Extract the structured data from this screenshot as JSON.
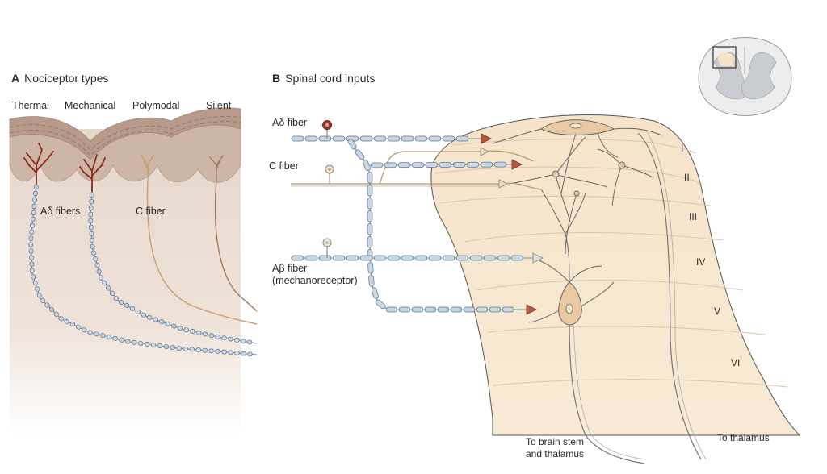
{
  "panel_a": {
    "letter": "A",
    "title": "Nociceptor types",
    "types": [
      "Thermal",
      "Mechanical",
      "Polymodal",
      "Silent"
    ],
    "adelta_fibers_label": "Aδ fibers",
    "c_fiber_label": "C fiber"
  },
  "panel_b": {
    "letter": "B",
    "title": "Spinal cord inputs",
    "adelta_label": "Aδ fiber",
    "c_label": "C fiber",
    "abeta_label_1": "Aβ fiber",
    "abeta_label_2": "(mechanoreceptor)",
    "laminae": [
      "I",
      "II",
      "III",
      "IV",
      "V",
      "VI"
    ],
    "to_brainstem_1": "To brain stem",
    "to_brainstem_2": "and thalamus",
    "to_thalamus": "To thalamus"
  },
  "colors": {
    "myelin": "#c7d7e6",
    "adelta_red": "#8e2a22",
    "c_fiber_tan": "#c8a070",
    "skin": "#cdb8a8",
    "cord": "#f6e6cc",
    "neuron": "#e9c9a4"
  }
}
